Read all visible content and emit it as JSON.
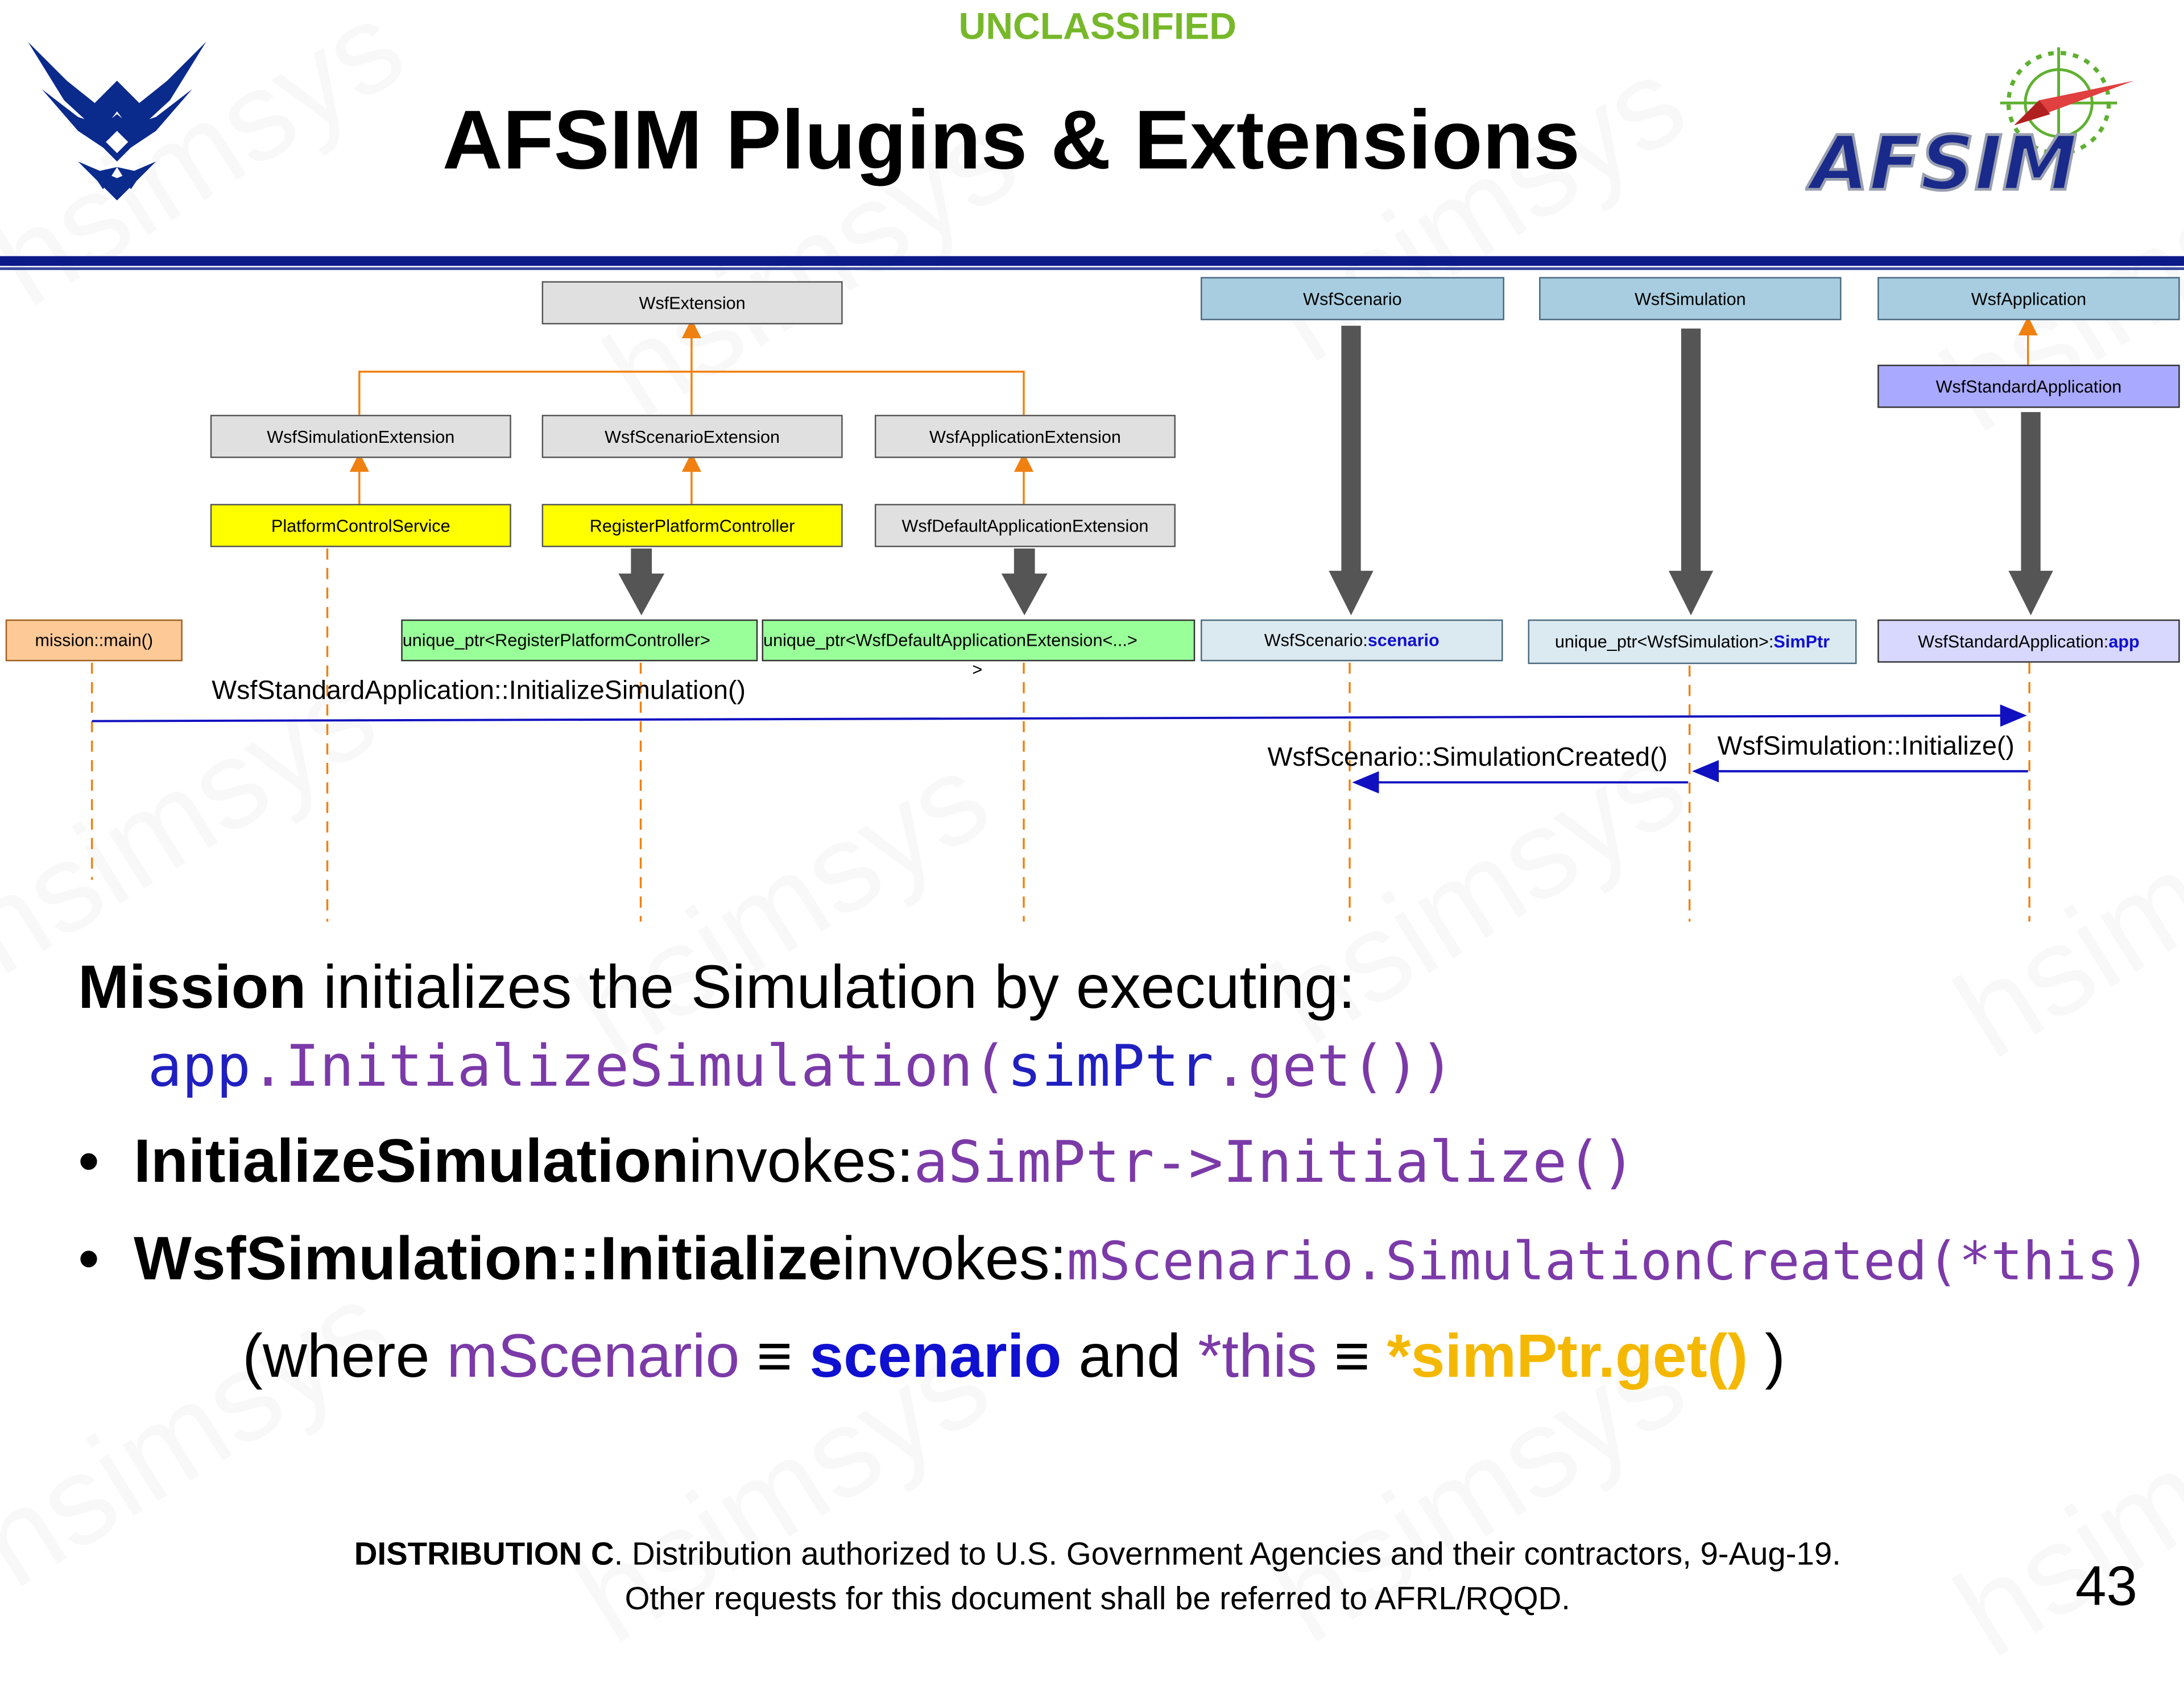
{
  "header": {
    "classification": "UNCLASSIFIED",
    "title": "AFSIM Plugins & Extensions",
    "afsim_logo_text": "AFSIM"
  },
  "watermark": "hsimsys",
  "diagram": {
    "wsf_extension": "WsfExtension",
    "wsf_simulation_extension": "WsfSimulationExtension",
    "wsf_scenario_extension": "WsfScenarioExtension",
    "wsf_application_extension": "WsfApplicationExtension",
    "platform_control_service": "PlatformControlService",
    "register_platform_controller": "RegisterPlatformController",
    "wsf_default_application_extension": "WsfDefaultApplicationExtension",
    "wsf_scenario": "WsfScenario",
    "wsf_simulation": "WsfSimulation",
    "wsf_application": "WsfApplication",
    "wsf_standard_application": "WsfStandardApplication",
    "mission_main": "mission::main()",
    "unique_ptr_register": "unique_ptr<RegisterPlatformController>",
    "unique_ptr_default_ext": "unique_ptr<WsfDefaultApplicationExtension<...>",
    "unique_ptr_default_ext_wrap": ">",
    "scenario_instance_type": "WsfScenario: ",
    "scenario_instance_name": "scenario",
    "simulation_instance_type": "unique_ptr<WsfSimulation>: ",
    "simulation_instance_name": "SimPtr",
    "application_instance_type": "WsfStandardApplication: ",
    "application_instance_name": "app",
    "msg_initialize_simulation": "WsfStandardApplication::InitializeSimulation()",
    "msg_simulation_created": "WsfScenario::SimulationCreated()",
    "msg_simulation_initialize": "WsfSimulation::Initialize()"
  },
  "body": {
    "line1_bold": "Mission",
    "line1_rest": " initializes the Simulation by executing:",
    "code_app": "app",
    "code_mid": ".InitializeSimulation(",
    "code_simptr": "simPtr",
    "code_end": ".get())",
    "bullet_symbol": "•",
    "bullet1_bold": "InitializeSimulation",
    "bullet1_text": " invokes: ",
    "bullet1_code": "aSimPtr->Initialize()",
    "bullet2_bold": "WsfSimulation::Initialize",
    "bullet2_text": " invokes: ",
    "bullet2_code": "mScenario.SimulationCreated(*this)",
    "where_open": "(where ",
    "where_mscenario": "mScenario",
    "where_equiv1": " ≡  ",
    "where_scenario": "scenario",
    "where_and": " and ",
    "where_this": "*this",
    "where_equiv2": " ≡ ",
    "where_simptr": "*simPtr.get()",
    "where_close": " )"
  },
  "footer": {
    "dist_bold": "DISTRIBUTION C",
    "dist_line1_rest": ". Distribution authorized to U.S. Government Agencies and their contractors, 9-Aug-19.",
    "dist_line2": "Other requests for this document shall be referred to AFRL/RQQD.",
    "page_number": "43"
  }
}
